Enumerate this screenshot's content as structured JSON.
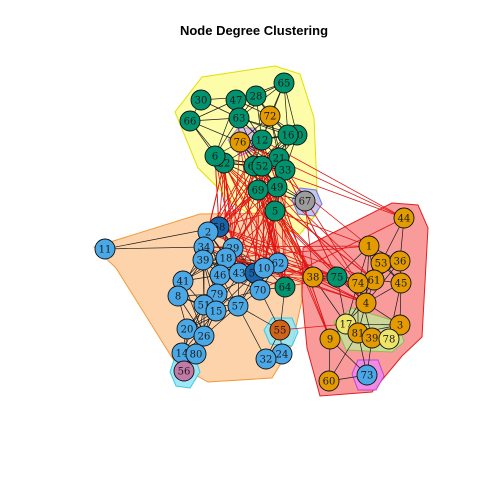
{
  "title": "Node Degree Clustering",
  "colors": {
    "teal": "#00936e",
    "blue": "#4aa8e6",
    "orange": "#e39b00",
    "dark_blue": "#1764ad",
    "dark_orange": "#d0621a",
    "gray": "#9c9c9c",
    "pink": "#c27aa8",
    "yellow": "#eee46a",
    "hull_yellow": "#fbfb9a",
    "hull_yellow_stroke": "#e0e000",
    "hull_orange": "#fbcb9c",
    "hull_orange_stroke": "#f39a3a",
    "hull_red": "#f88a8a",
    "hull_red_stroke": "#e22020",
    "hull_violet": "#d6b5e6",
    "hull_cyan": "#8ee6f4",
    "hull_magenta": "#ea8bf0",
    "hull_lilac": "#b9bdf8",
    "hull_green": "#c7e29a",
    "edge_within": "#1a1a1a",
    "edge_between": "#e01515"
  },
  "nodes": [
    {
      "id": "65",
      "c": "teal"
    },
    {
      "id": "30",
      "c": "teal"
    },
    {
      "id": "47",
      "c": "teal"
    },
    {
      "id": "28",
      "c": "teal"
    },
    {
      "id": "72",
      "c": "orange"
    },
    {
      "id": "66",
      "c": "teal"
    },
    {
      "id": "63",
      "c": "teal"
    },
    {
      "id": "76",
      "c": "orange"
    },
    {
      "id": "40",
      "c": "teal"
    },
    {
      "id": "16",
      "c": "teal"
    },
    {
      "id": "12",
      "c": "teal"
    },
    {
      "id": "22",
      "c": "teal"
    },
    {
      "id": "6",
      "c": "teal"
    },
    {
      "id": "68",
      "c": "teal"
    },
    {
      "id": "21",
      "c": "teal"
    },
    {
      "id": "52",
      "c": "teal"
    },
    {
      "id": "33",
      "c": "teal"
    },
    {
      "id": "49",
      "c": "teal"
    },
    {
      "id": "69",
      "c": "teal"
    },
    {
      "id": "5",
      "c": "teal"
    },
    {
      "id": "67",
      "c": "gray"
    },
    {
      "id": "44",
      "c": "orange"
    },
    {
      "id": "1",
      "c": "orange"
    },
    {
      "id": "53",
      "c": "orange"
    },
    {
      "id": "36",
      "c": "orange"
    },
    {
      "id": "61",
      "c": "orange"
    },
    {
      "id": "45",
      "c": "orange"
    },
    {
      "id": "74",
      "c": "orange"
    },
    {
      "id": "75",
      "c": "teal"
    },
    {
      "id": "38",
      "c": "orange"
    },
    {
      "id": "4",
      "c": "orange"
    },
    {
      "id": "17",
      "c": "yellow"
    },
    {
      "id": "3",
      "c": "orange"
    },
    {
      "id": "9",
      "c": "orange"
    },
    {
      "id": "81",
      "c": "orange"
    },
    {
      "id": "39",
      "c": "orange"
    },
    {
      "id": "78",
      "c": "yellow"
    },
    {
      "id": "73",
      "c": "blue"
    },
    {
      "id": "60",
      "c": "orange"
    },
    {
      "id": "58",
      "c": "dark_blue"
    },
    {
      "id": "2",
      "c": "blue"
    },
    {
      "id": "11",
      "c": "blue"
    },
    {
      "id": "34",
      "c": "blue"
    },
    {
      "id": "29",
      "c": "blue"
    },
    {
      "id": "39",
      "c": "blue"
    },
    {
      "id": "18",
      "c": "blue"
    },
    {
      "id": "62",
      "c": "blue"
    },
    {
      "id": "41",
      "c": "blue"
    },
    {
      "id": "46",
      "c": "blue"
    },
    {
      "id": "43",
      "c": "blue"
    },
    {
      "id": "50",
      "c": "dark_blue"
    },
    {
      "id": "10",
      "c": "blue"
    },
    {
      "id": "64",
      "c": "teal"
    },
    {
      "id": "8",
      "c": "blue"
    },
    {
      "id": "79",
      "c": "blue"
    },
    {
      "id": "51",
      "c": "blue"
    },
    {
      "id": "15",
      "c": "blue"
    },
    {
      "id": "57",
      "c": "blue"
    },
    {
      "id": "70",
      "c": "blue"
    },
    {
      "id": "20",
      "c": "blue"
    },
    {
      "id": "26",
      "c": "blue"
    },
    {
      "id": "55",
      "c": "dark_orange"
    },
    {
      "id": "14",
      "c": "blue"
    },
    {
      "id": "80",
      "c": "blue"
    },
    {
      "id": "24",
      "c": "blue"
    },
    {
      "id": "32",
      "c": "blue"
    },
    {
      "id": "56",
      "c": "pink"
    }
  ]
}
